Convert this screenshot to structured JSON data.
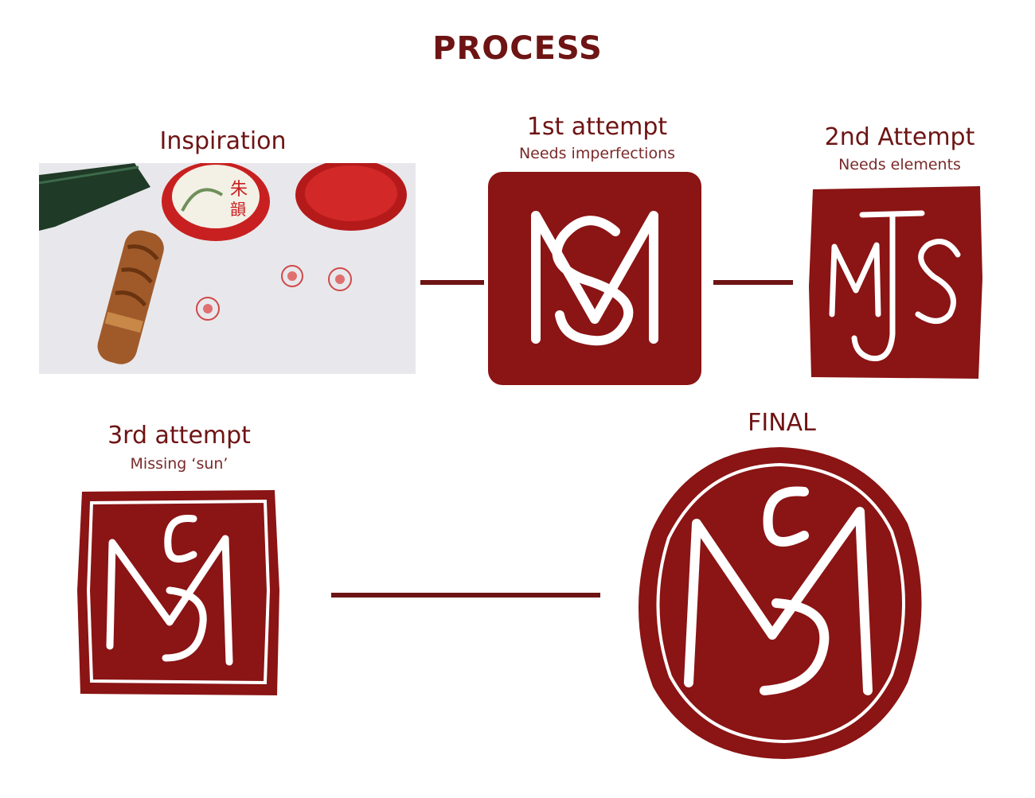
{
  "title": "PROCESS",
  "colors": {
    "seal_red": "#8b1414",
    "text": "#6e1414",
    "white": "#ffffff"
  },
  "stages": {
    "inspiration": {
      "title": "Inspiration"
    },
    "first": {
      "title": "1st attempt",
      "note": "Needs imperfections",
      "monogram": "MS"
    },
    "second": {
      "title": "2nd Attempt",
      "note": "Needs elements",
      "monogram": "MJS"
    },
    "third": {
      "title": "3rd attempt",
      "note": "Missing ‘sun’",
      "monogram": "MS"
    },
    "final": {
      "title": "FINAL",
      "monogram": "MS"
    }
  }
}
